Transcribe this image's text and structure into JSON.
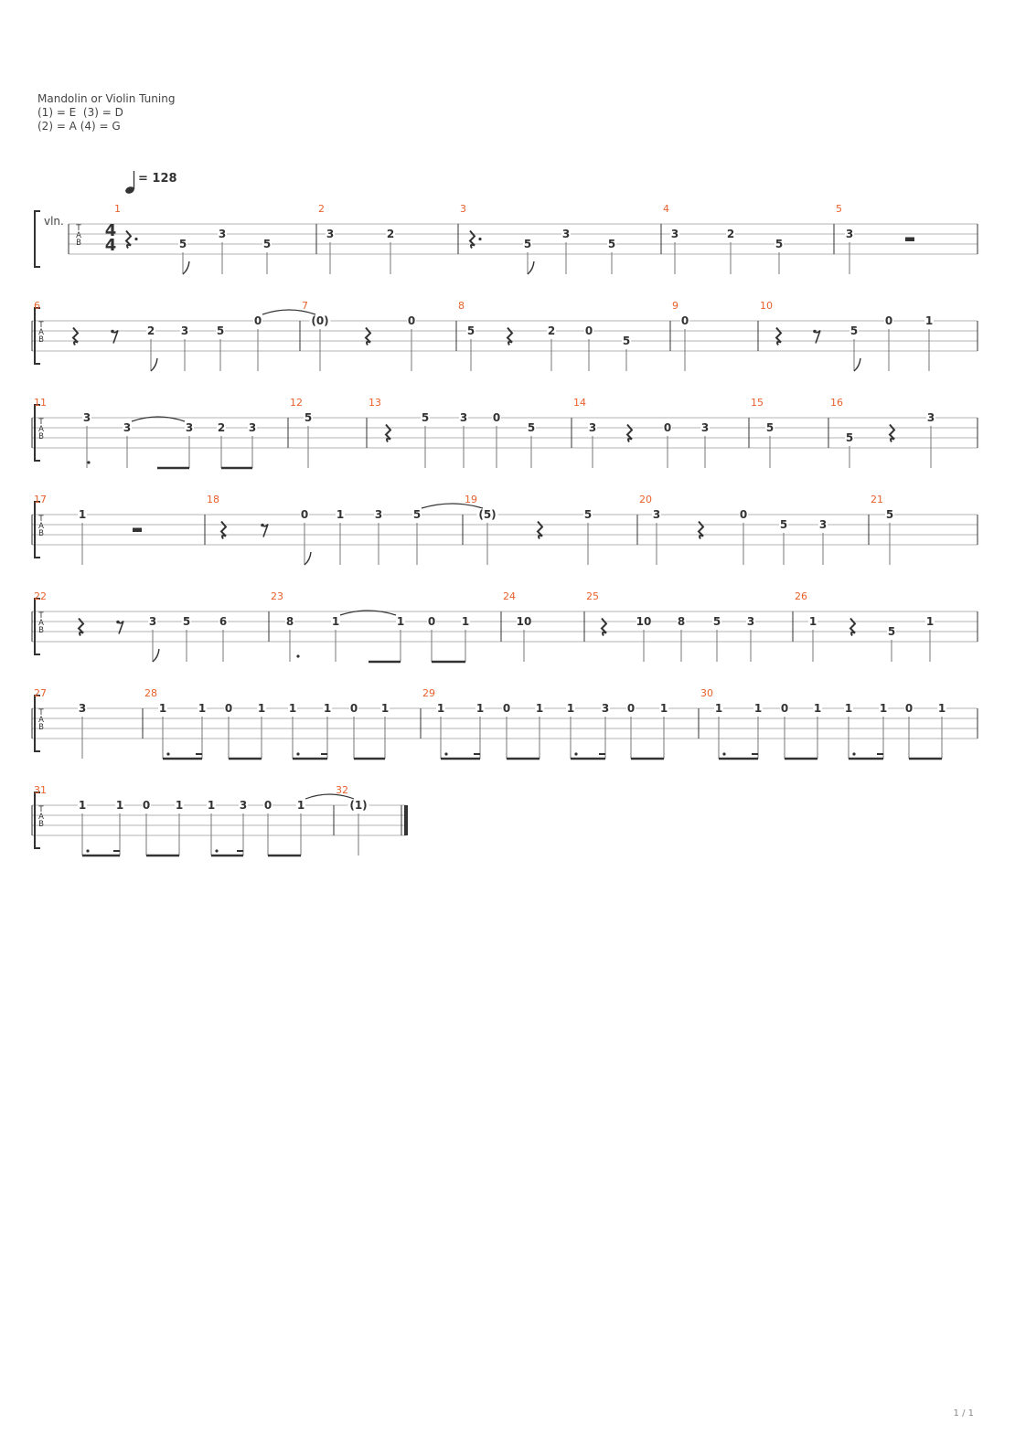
{
  "header": {
    "tuning_title": "Mandolin or Violin Tuning",
    "tuning_line1": "(1) = E  (3) = D",
    "tuning_line2": "(2) = A (4) = G"
  },
  "tempo": {
    "bpm_text": "= 128"
  },
  "instrument": {
    "label": "vln."
  },
  "time_signature": {
    "top": "4",
    "bottom": "4"
  },
  "tab_clef": [
    "T",
    "A",
    "B"
  ],
  "page_number": "1 / 1",
  "colors": {
    "measure_number": "#e8612c",
    "ink": "#333333",
    "staff_line": "#9a9a9a"
  },
  "measure_numbers": [
    "1",
    "2",
    "3",
    "4",
    "5",
    "6",
    "7",
    "8",
    "9",
    "10",
    "11",
    "12",
    "13",
    "14",
    "15",
    "16",
    "17",
    "18",
    "19",
    "20",
    "21",
    "22",
    "23",
    "24",
    "25",
    "26",
    "27",
    "28",
    "29",
    "30",
    "31",
    "32"
  ],
  "systems": [
    {
      "rows": 0,
      "measures": [
        {
          "num": "1",
          "notes": [
            [
              "rest-dotted-quarter"
            ],
            {
              "fret": "5",
              "string": 3,
              "stem": "flag"
            },
            {
              "fret": "3",
              "string": 2
            },
            {
              "fret": "5",
              "string": 3
            }
          ]
        },
        {
          "num": "2",
          "notes": [
            {
              "fret": "3",
              "string": 2
            },
            {
              "fret": "2",
              "string": 2
            }
          ]
        },
        {
          "num": "3",
          "notes": [
            [
              "rest-dotted-quarter"
            ],
            {
              "fret": "5",
              "string": 3,
              "stem": "flag"
            },
            {
              "fret": "3",
              "string": 2
            },
            {
              "fret": "5",
              "string": 3
            }
          ]
        },
        {
          "num": "4",
          "notes": [
            {
              "fret": "3",
              "string": 2
            },
            {
              "fret": "2",
              "string": 2
            },
            {
              "fret": "5",
              "string": 3
            }
          ]
        },
        {
          "num": "5",
          "notes": [
            {
              "fret": "3",
              "string": 2
            },
            [
              "rest-half"
            ]
          ]
        }
      ]
    },
    {
      "rows": 1,
      "measures": [
        {
          "num": "6",
          "notes": [
            [
              "rest-quarter"
            ],
            [
              "rest-eighth"
            ],
            {
              "fret": "2",
              "string": 2,
              "stem": "flag"
            },
            {
              "fret": "3",
              "string": 2
            },
            {
              "fret": "5",
              "string": 2
            },
            {
              "fret": "0",
              "string": 1,
              "tie": true
            }
          ]
        },
        {
          "num": "7",
          "notes": [
            {
              "fret": "(0)",
              "string": 1
            },
            [
              "rest-quarter"
            ],
            {
              "fret": "0",
              "string": 1
            }
          ]
        },
        {
          "num": "8",
          "notes": [
            {
              "fret": "5",
              "string": 2
            },
            [
              "rest-quarter"
            ],
            {
              "fret": "2",
              "string": 2
            },
            {
              "fret": "0",
              "string": 2
            },
            {
              "fret": "5",
              "string": 3
            }
          ]
        },
        {
          "num": "9",
          "notes": [
            {
              "fret": "0",
              "string": 1
            }
          ]
        },
        {
          "num": "10",
          "notes": [
            [
              "rest-quarter"
            ],
            [
              "rest-eighth"
            ],
            {
              "fret": "5",
              "string": 2,
              "stem": "flag"
            },
            {
              "fret": "0",
              "string": 1
            },
            {
              "fret": "1",
              "string": 1
            }
          ]
        }
      ]
    },
    {
      "rows": 2,
      "measures": [
        {
          "num": "11",
          "notes": [
            {
              "fret": "3",
              "string": 1
            },
            {
              "fret": "3",
              "string": 2,
              "tie": true
            },
            {
              "fret": "3",
              "string": 2
            },
            {
              "fret": "2",
              "string": 2
            },
            {
              "fret": "3",
              "string": 2
            }
          ]
        },
        {
          "num": "12",
          "notes": [
            {
              "fret": "5",
              "string": 1
            }
          ]
        },
        {
          "num": "13",
          "notes": [
            [
              "rest-quarter"
            ],
            {
              "fret": "5",
              "string": 1
            },
            {
              "fret": "3",
              "string": 1
            },
            {
              "fret": "0",
              "string": 1
            },
            {
              "fret": "5",
              "string": 2
            }
          ]
        },
        {
          "num": "14",
          "notes": [
            {
              "fret": "3",
              "string": 2
            },
            [
              "rest-quarter"
            ],
            {
              "fret": "0",
              "string": 2
            },
            {
              "fret": "3",
              "string": 2
            }
          ]
        },
        {
          "num": "15",
          "notes": [
            {
              "fret": "5",
              "string": 2
            }
          ]
        },
        {
          "num": "16",
          "notes": [
            {
              "fret": "5",
              "string": 3
            },
            [
              "rest-quarter"
            ],
            {
              "fret": "3",
              "string": 1
            }
          ]
        }
      ]
    },
    {
      "rows": 3,
      "measures": [
        {
          "num": "17",
          "notes": [
            {
              "fret": "1",
              "string": 1
            },
            [
              "rest-half"
            ]
          ]
        },
        {
          "num": "18",
          "notes": [
            [
              "rest-quarter"
            ],
            [
              "rest-eighth"
            ],
            {
              "fret": "0",
              "string": 1,
              "stem": "flag"
            },
            {
              "fret": "1",
              "string": 1
            },
            {
              "fret": "3",
              "string": 1
            },
            {
              "fret": "5",
              "string": 1,
              "tie": true
            }
          ]
        },
        {
          "num": "19",
          "notes": [
            {
              "fret": "(5)",
              "string": 1
            },
            [
              "rest-quarter"
            ],
            {
              "fret": "5",
              "string": 1
            }
          ]
        },
        {
          "num": "20",
          "notes": [
            {
              "fret": "3",
              "string": 1
            },
            [
              "rest-quarter"
            ],
            {
              "fret": "0",
              "string": 1
            },
            {
              "fret": "5",
              "string": 2
            },
            {
              "fret": "3",
              "string": 2
            }
          ]
        },
        {
          "num": "21",
          "notes": [
            {
              "fret": "5",
              "string": 1
            }
          ]
        }
      ]
    },
    {
      "rows": 4,
      "measures": [
        {
          "num": "22",
          "notes": [
            [
              "rest-quarter"
            ],
            [
              "rest-eighth"
            ],
            {
              "fret": "3",
              "string": 2,
              "stem": "flag"
            },
            {
              "fret": "5",
              "string": 2
            },
            {
              "fret": "6",
              "string": 2
            }
          ]
        },
        {
          "num": "23",
          "notes": [
            {
              "fret": "8",
              "string": 2
            },
            {
              "fret": "1",
              "string": 2,
              "tie": true
            },
            {
              "fret": "1",
              "string": 2
            },
            {
              "fret": "0",
              "string": 2
            },
            {
              "fret": "1",
              "string": 2
            }
          ]
        },
        {
          "num": "24",
          "notes": [
            {
              "fret": "10",
              "string": 2
            }
          ]
        },
        {
          "num": "25",
          "notes": [
            [
              "rest-quarter"
            ],
            {
              "fret": "10",
              "string": 2
            },
            {
              "fret": "8",
              "string": 2
            },
            {
              "fret": "5",
              "string": 2
            },
            {
              "fret": "3",
              "string": 2
            }
          ]
        },
        {
          "num": "26",
          "notes": [
            {
              "fret": "1",
              "string": 2
            },
            [
              "rest-quarter"
            ],
            {
              "fret": "5",
              "string": 3
            },
            {
              "fret": "1",
              "string": 2
            }
          ]
        }
      ]
    },
    {
      "rows": 5,
      "measures": [
        {
          "num": "27",
          "notes": [
            {
              "fret": "3",
              "string": 1
            }
          ]
        },
        {
          "num": "28",
          "notes": [
            {
              "fret": "1",
              "string": 1
            },
            {
              "fret": "1",
              "string": 1
            },
            {
              "fret": "0",
              "string": 1
            },
            {
              "fret": "1",
              "string": 1
            },
            {
              "fret": "1",
              "string": 1
            },
            {
              "fret": "1",
              "string": 1
            },
            {
              "fret": "0",
              "string": 1
            },
            {
              "fret": "1",
              "string": 1
            }
          ]
        },
        {
          "num": "29",
          "notes": [
            {
              "fret": "1",
              "string": 1
            },
            {
              "fret": "1",
              "string": 1
            },
            {
              "fret": "0",
              "string": 1
            },
            {
              "fret": "1",
              "string": 1
            },
            {
              "fret": "1",
              "string": 1
            },
            {
              "fret": "3",
              "string": 1
            },
            {
              "fret": "0",
              "string": 1
            },
            {
              "fret": "1",
              "string": 1
            }
          ]
        },
        {
          "num": "30",
          "notes": [
            {
              "fret": "1",
              "string": 1
            },
            {
              "fret": "1",
              "string": 1
            },
            {
              "fret": "0",
              "string": 1
            },
            {
              "fret": "1",
              "string": 1
            },
            {
              "fret": "1",
              "string": 1
            },
            {
              "fret": "1",
              "string": 1
            },
            {
              "fret": "0",
              "string": 1
            },
            {
              "fret": "1",
              "string": 1
            }
          ]
        }
      ]
    },
    {
      "rows": 6,
      "measures": [
        {
          "num": "31",
          "notes": [
            {
              "fret": "1",
              "string": 1
            },
            {
              "fret": "1",
              "string": 1
            },
            {
              "fret": "0",
              "string": 1
            },
            {
              "fret": "1",
              "string": 1
            },
            {
              "fret": "1",
              "string": 1
            },
            {
              "fret": "3",
              "string": 1
            },
            {
              "fret": "0",
              "string": 1
            },
            {
              "fret": "1",
              "string": 1,
              "tie": true
            }
          ]
        },
        {
          "num": "32",
          "notes": [
            {
              "fret": "(1)",
              "string": 1
            }
          ]
        }
      ]
    }
  ]
}
